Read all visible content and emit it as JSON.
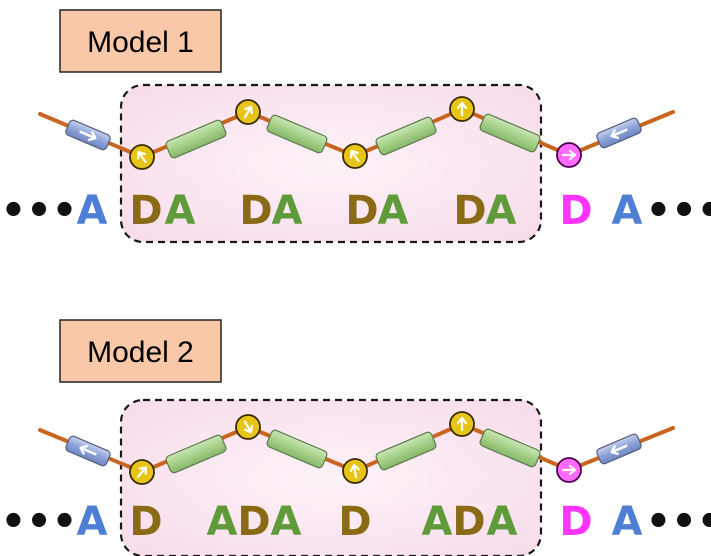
{
  "colors": {
    "donor": "#8a6a14",
    "acceptor_in_box": "#5f9b3a",
    "acceptor_outside": "#4f7fd4",
    "terminal_donor": "#ff35ff",
    "dots": "#111111",
    "label_box_fill": "#f8c8a8",
    "region_fill": "#fbe6f1",
    "chain": "#c8651e",
    "donor_node_fill": "#e7c418",
    "acceptor_rod_fill": "#a6d189",
    "outside_rod_fill": "#8ea3d8",
    "terminal_node_fill": "#ff6aff"
  },
  "models": [
    {
      "label": "Model 1",
      "sequence": [
        {
          "text": "•••",
          "role": "dots"
        },
        {
          "text": "A",
          "role": "acceptor_outside"
        },
        {
          "text": "D",
          "role": "donor"
        },
        {
          "text": "A",
          "role": "acceptor_in_box"
        },
        {
          "text": "D",
          "role": "donor"
        },
        {
          "text": "A",
          "role": "acceptor_in_box"
        },
        {
          "text": "D",
          "role": "donor"
        },
        {
          "text": "A",
          "role": "acceptor_in_box"
        },
        {
          "text": "D",
          "role": "donor"
        },
        {
          "text": "A",
          "role": "acceptor_in_box"
        },
        {
          "text": "D",
          "role": "terminal_donor"
        },
        {
          "text": "A",
          "role": "acceptor_outside"
        },
        {
          "text": "•••",
          "role": "dots"
        }
      ]
    },
    {
      "label": "Model 2",
      "sequence": [
        {
          "text": "•••",
          "role": "dots"
        },
        {
          "text": "A",
          "role": "acceptor_outside"
        },
        {
          "text": "D",
          "role": "donor"
        },
        {
          "text": "A",
          "role": "acceptor_in_box"
        },
        {
          "text": "D",
          "role": "donor"
        },
        {
          "text": "A",
          "role": "acceptor_in_box"
        },
        {
          "text": "D",
          "role": "donor"
        },
        {
          "text": "A",
          "role": "acceptor_in_box"
        },
        {
          "text": "D",
          "role": "donor"
        },
        {
          "text": "A",
          "role": "acceptor_in_box"
        },
        {
          "text": "D",
          "role": "terminal_donor"
        },
        {
          "text": "A",
          "role": "acceptor_outside"
        },
        {
          "text": "•••",
          "role": "dots"
        }
      ]
    }
  ]
}
